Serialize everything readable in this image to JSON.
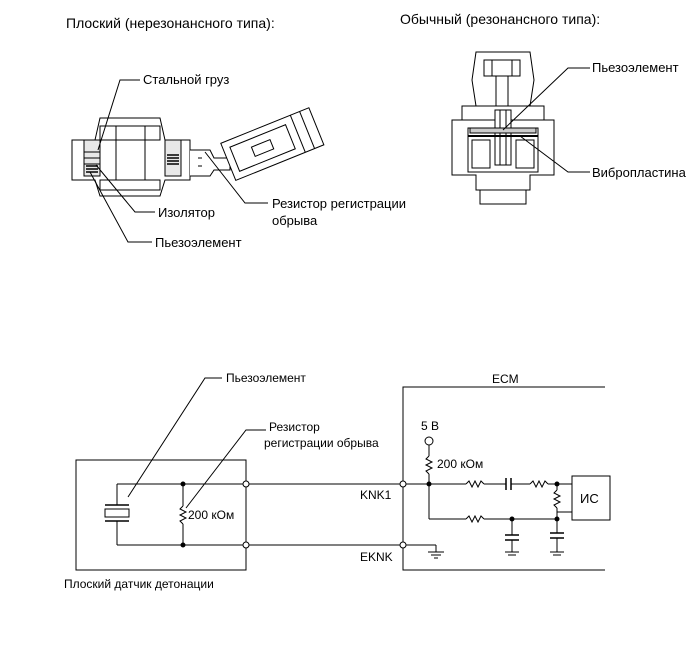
{
  "top": {
    "flat_title": "Плоский (нерезонансного типа):",
    "resonant_title": "Обычный (резонансного типа):",
    "flat_labels": {
      "steel_weight": "Стальной груз",
      "insulator": "Изолятор",
      "piezo": "Пьезоэлемент",
      "resistor_line1": "Резистор регистрации",
      "resistor_line2": "обрыва"
    },
    "resonant_labels": {
      "piezo": "Пьезоэлемент",
      "vibro_plate": "Вибропластина"
    }
  },
  "circuit": {
    "piezo": "Пьезоэлемент",
    "resistor_line1": "Резистор",
    "resistor_line2": "регистрации обрыва",
    "resistor_value": "200 кОм",
    "ecm": "ECM",
    "supply": "5 В",
    "pullup_value": "200 кОм",
    "knk1": "KNK1",
    "eknk": "EKNK",
    "ic": "ИС",
    "sensor_caption": "Плоский датчик детонации"
  }
}
